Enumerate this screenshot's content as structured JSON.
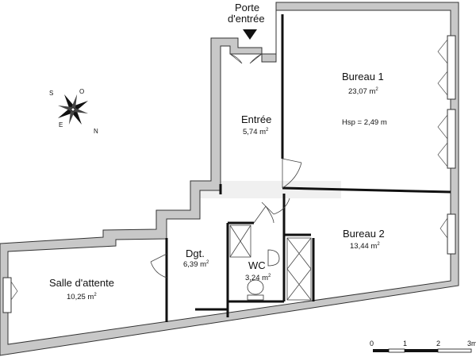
{
  "entrance": {
    "line1": "Porte",
    "line2": "d'entrée"
  },
  "rooms": [
    {
      "id": "bureau-1",
      "name": "Bureau 1",
      "area": "23,07 m",
      "note": "Hsp = 2,49 m"
    },
    {
      "id": "entree",
      "name": "Entrée",
      "area": "5,74 m"
    },
    {
      "id": "bureau-2",
      "name": "Bureau 2",
      "area": "13,44 m"
    },
    {
      "id": "dgt",
      "name": "Dgt.",
      "area": "6,39 m"
    },
    {
      "id": "wc",
      "name": "WC",
      "area": "3,24 m"
    },
    {
      "id": "salle-d-attente",
      "name": "Salle d'attente",
      "area": "10,25 m"
    }
  ],
  "area_unit_exponent": "2",
  "compass": {
    "labels": [
      "S",
      "O",
      "E",
      "N"
    ]
  },
  "scale": {
    "ticks": [
      "0",
      "1",
      "2",
      "3m"
    ]
  },
  "colors": {
    "wall_fill": "#c8c8c8",
    "wall_stroke": "#333333",
    "partition": "#111111",
    "watermark": "#e6e6e6"
  }
}
